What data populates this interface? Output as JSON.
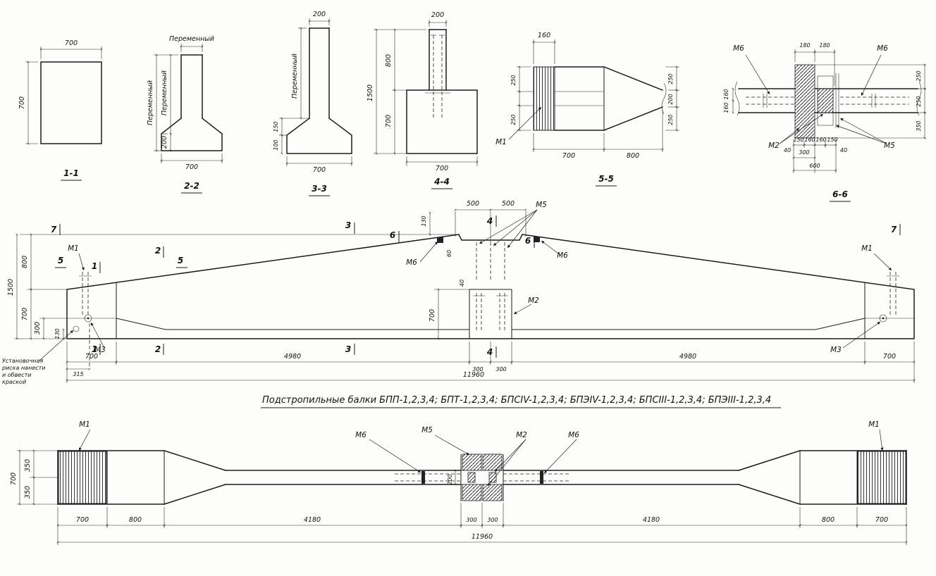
{
  "sections": {
    "s1": {
      "label": "1-1",
      "dim_w": "700",
      "dim_h": "700"
    },
    "s2": {
      "label": "2-2",
      "top_dim": "Переменный",
      "h_outer": "Переменный",
      "h_inner": "Переменный",
      "h_foot": "200",
      "w_bottom": "700"
    },
    "s3": {
      "label": "3-3",
      "w_top": "200",
      "h_col": "Переменный",
      "h_slope": "150",
      "h_foot": "100",
      "w_bottom": "700"
    },
    "s4": {
      "label": "4-4",
      "w_top": "200",
      "h_top": "800",
      "h_total": "1500",
      "h_bottom": "700",
      "w_bottom": "700"
    },
    "s5": {
      "label": "5-5",
      "w_end": "160",
      "mark_m1": "M1",
      "left_top": "250",
      "left_bottom": "250",
      "right_top": "250",
      "right_mid": "200",
      "right_bottom": "250",
      "dim_left": "700",
      "dim_right": "800"
    },
    "s6": {
      "label": "6-6",
      "mark_m6_left": "M6",
      "mark_m6_right": "M6",
      "top_180a": "180",
      "top_180b": "180",
      "left_160a": "160",
      "left_160b": "160",
      "right_250a": "250",
      "right_250b": "250",
      "right_350": "350",
      "bot_150a": "150",
      "bot_160a": "160",
      "bot_160b": "160",
      "bot_150b": "150",
      "bot_40a": "40",
      "bot_40b": "40",
      "bot_300": "300",
      "bot_600": "600",
      "mark_m2": "M2",
      "mark_m5": "M5"
    }
  },
  "elevation": {
    "cut_marks": {
      "c7l": "7",
      "c3": "3",
      "c6l": "6",
      "c4": "4",
      "c6r": "6",
      "c7r": "7",
      "c5l": "5",
      "c1": "1",
      "c2": "2",
      "c5r": "5",
      "cb1": "1",
      "cb2": "2",
      "cb3": "3",
      "cb4": "4"
    },
    "marks": {
      "m1l": "M1",
      "m1r": "M1",
      "m2": "M2",
      "m3l": "M3",
      "m3r": "M3",
      "m5": "M5",
      "m6l": "M6",
      "m6r": "M6"
    },
    "dims": {
      "h_total": "1500",
      "h_800": "800",
      "h_700": "700",
      "h_300": "300",
      "top_500a": "500",
      "top_500b": "500",
      "d130_top": "130",
      "d60": "60",
      "d40": "40",
      "post_700": "700",
      "d130_bottom": "130",
      "d315": "315",
      "b_700l": "700",
      "b_4980l": "4980",
      "b_300l": "300",
      "b_300r": "300",
      "b_4980r": "4980",
      "b_700r": "700",
      "total": "11960"
    },
    "note": {
      "line1": "Установочная",
      "line2": "риска нанести",
      "line3": "и обвести",
      "line4": "краской"
    }
  },
  "title": "Подстропильные балки БПП-1,2,3,4; БПТ-1,2,3,4; БПСIV-1,2,3,4; БПЭIV-1,2,3,4; БПСIII-1,2,3,4; БПЭIII-1,2,3,4",
  "plan": {
    "marks": {
      "m1l": "M1",
      "m6l": "M6",
      "m5": "M5",
      "m2": "M2",
      "m6r": "M6",
      "m1r": "M1"
    },
    "dims": {
      "h_total": "700",
      "h_350t": "350",
      "h_350b": "350",
      "web_200": "200",
      "b_700l": "700",
      "b_800l": "800",
      "b_4180l": "4180",
      "b_300l": "300",
      "b_300r": "300",
      "b_4180r": "4180",
      "b_800r": "800",
      "b_700r": "700",
      "total": "11960"
    }
  }
}
